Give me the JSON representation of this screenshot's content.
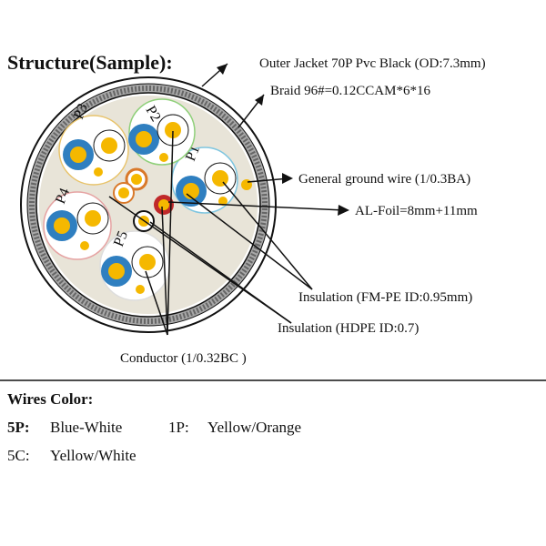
{
  "title": "Structure(Sample):",
  "labels": {
    "outer_jacket": "Outer Jacket 70P Pvc Black (OD:7.3mm)",
    "braid": "Braid 96#=0.12CCAM*6*16",
    "ground_wire": "General ground wire (1/0.3BA)",
    "al_foil": "AL-Foil=8mm+11mm",
    "insulation_fmpe": "Insulation (FM-PE   ID:0.95mm)",
    "insulation_hdpe": "Insulation (HDPE   ID:0.7)",
    "conductor": "Conductor (1/0.32BC )"
  },
  "pairs": [
    "P1",
    "P2",
    "P3",
    "P4",
    "P5"
  ],
  "wires_color": {
    "heading": "Wires Color:",
    "line1_key": "5P:",
    "line1_val": "Blue-White",
    "line1_key2": "1P:",
    "line1_val2": "Yellow/Orange",
    "line2_key": "5C:",
    "line2_val": "Yellow/White"
  },
  "colors": {
    "jacket": "#9a9a9a",
    "filler": "#e8e4d8",
    "blue": "#2f7fc0",
    "conductor": "#f5b800",
    "white": "#ffffff",
    "pair_p1": "#7fc6e0",
    "pair_p2": "#8fd07a",
    "pair_p3": "#e8c36a",
    "pair_p4": "#e6a3a3",
    "pair_p5": "#ffffff",
    "core_orange": "#d9792a",
    "core_red": "#c0282a"
  }
}
